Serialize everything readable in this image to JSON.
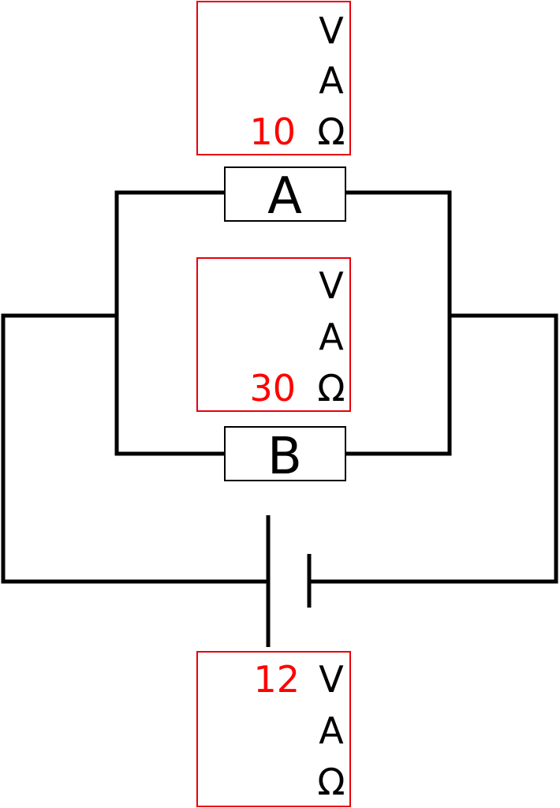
{
  "meters": [
    {
      "id": "top",
      "units": [
        "V",
        "A",
        "Ω"
      ],
      "value": "10",
      "value_unit": "Ω"
    },
    {
      "id": "middle",
      "units": [
        "V",
        "A",
        "Ω"
      ],
      "value": "30",
      "value_unit": "Ω"
    },
    {
      "id": "bottom",
      "units": [
        "V",
        "A",
        "Ω"
      ],
      "value": "12",
      "value_unit": "V"
    }
  ],
  "resistors": [
    {
      "label": "A"
    },
    {
      "label": "B"
    }
  ],
  "colors": {
    "value": "#ff0000",
    "meter_border": "#e8000b",
    "wire": "#000000"
  }
}
